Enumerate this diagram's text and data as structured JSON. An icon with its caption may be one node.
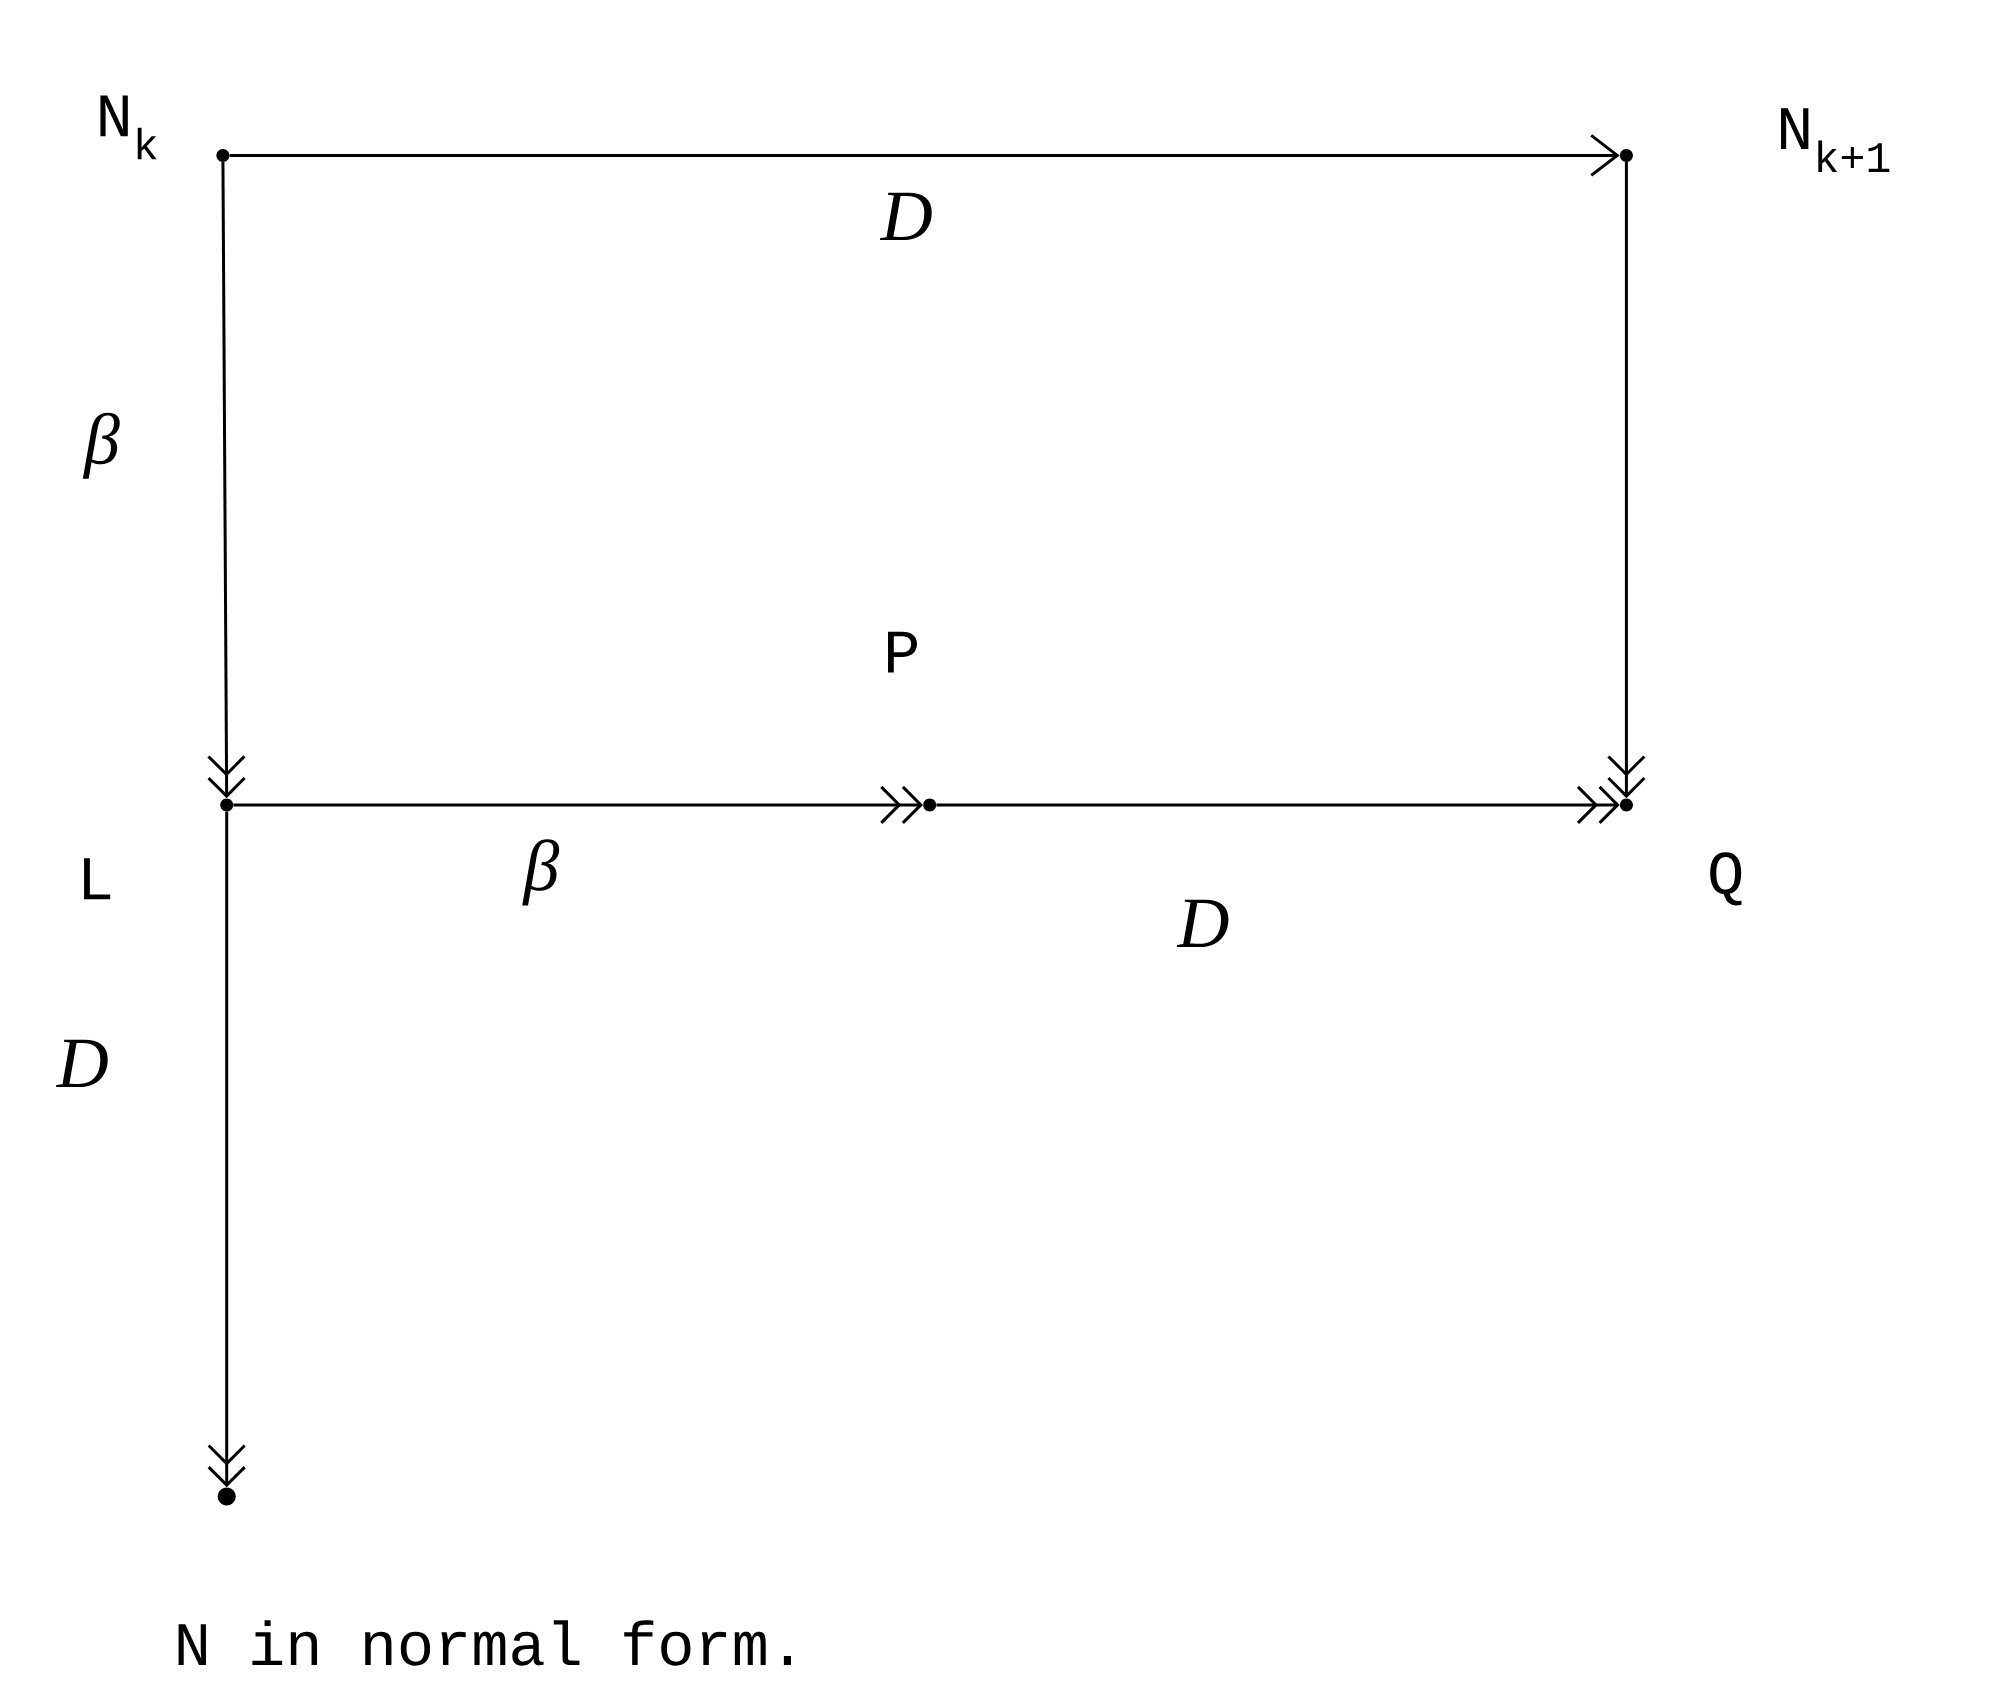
{
  "diagram": {
    "caption": "N in normal form.",
    "nodes": [
      {
        "text": [
          "N$_{k}$"
        ]
      },
      {
        "text": [
          "N$_{k+1}$"
        ]
      },
      {
        "text": [
          "L"
        ]
      },
      {
        "text": [
          "P"
        ]
      },
      {
        "text": [
          "Q"
        ]
      },
      {
        "text": [],
        "shape": "circle"
      }
    ],
    "edges": [
      {
        "from": 0,
        "to": 1,
        "arrow": "to",
        "label": "D"
      },
      {
        "from": 0,
        "to": 2,
        "arrow": "to",
        "label": "β"
      },
      {
        "from": 1,
        "to": 4,
        "arrow": "to"
      },
      {
        "from": 2,
        "to": 3,
        "arrow": "to",
        "label": "β"
      },
      {
        "from": 3,
        "to": 4,
        "arrow": "to",
        "label": "D"
      },
      {
        "from": 2,
        "to": 5,
        "arrow": "to",
        "label": "D"
      }
    ]
  }
}
